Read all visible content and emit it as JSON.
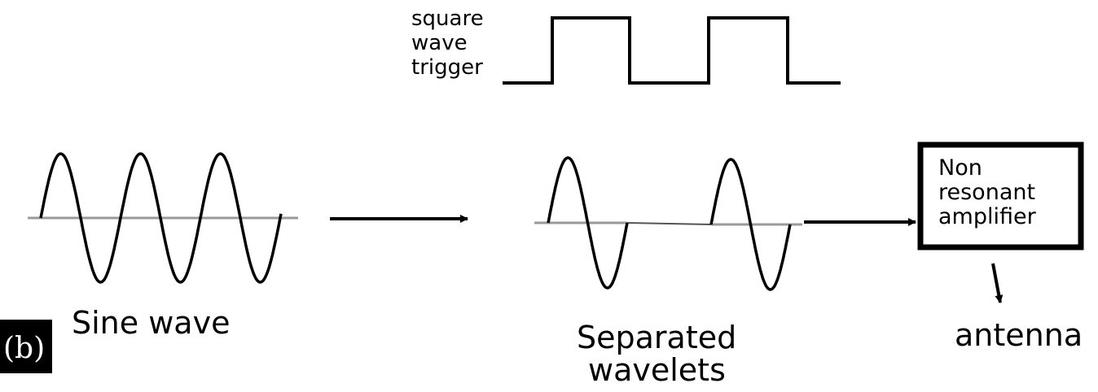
{
  "labels": {
    "trigger": [
      "square",
      "wave",
      "trigger"
    ],
    "sine": "Sine wave",
    "separated": [
      "Separated",
      "wavelets"
    ],
    "amplifier": [
      "Non",
      "resonant",
      "amplifier"
    ],
    "antenna": "antenna",
    "figure": "(b)"
  },
  "colors": {
    "line": "#000000",
    "axis": "#9a9a9a",
    "badge": "#000000"
  }
}
